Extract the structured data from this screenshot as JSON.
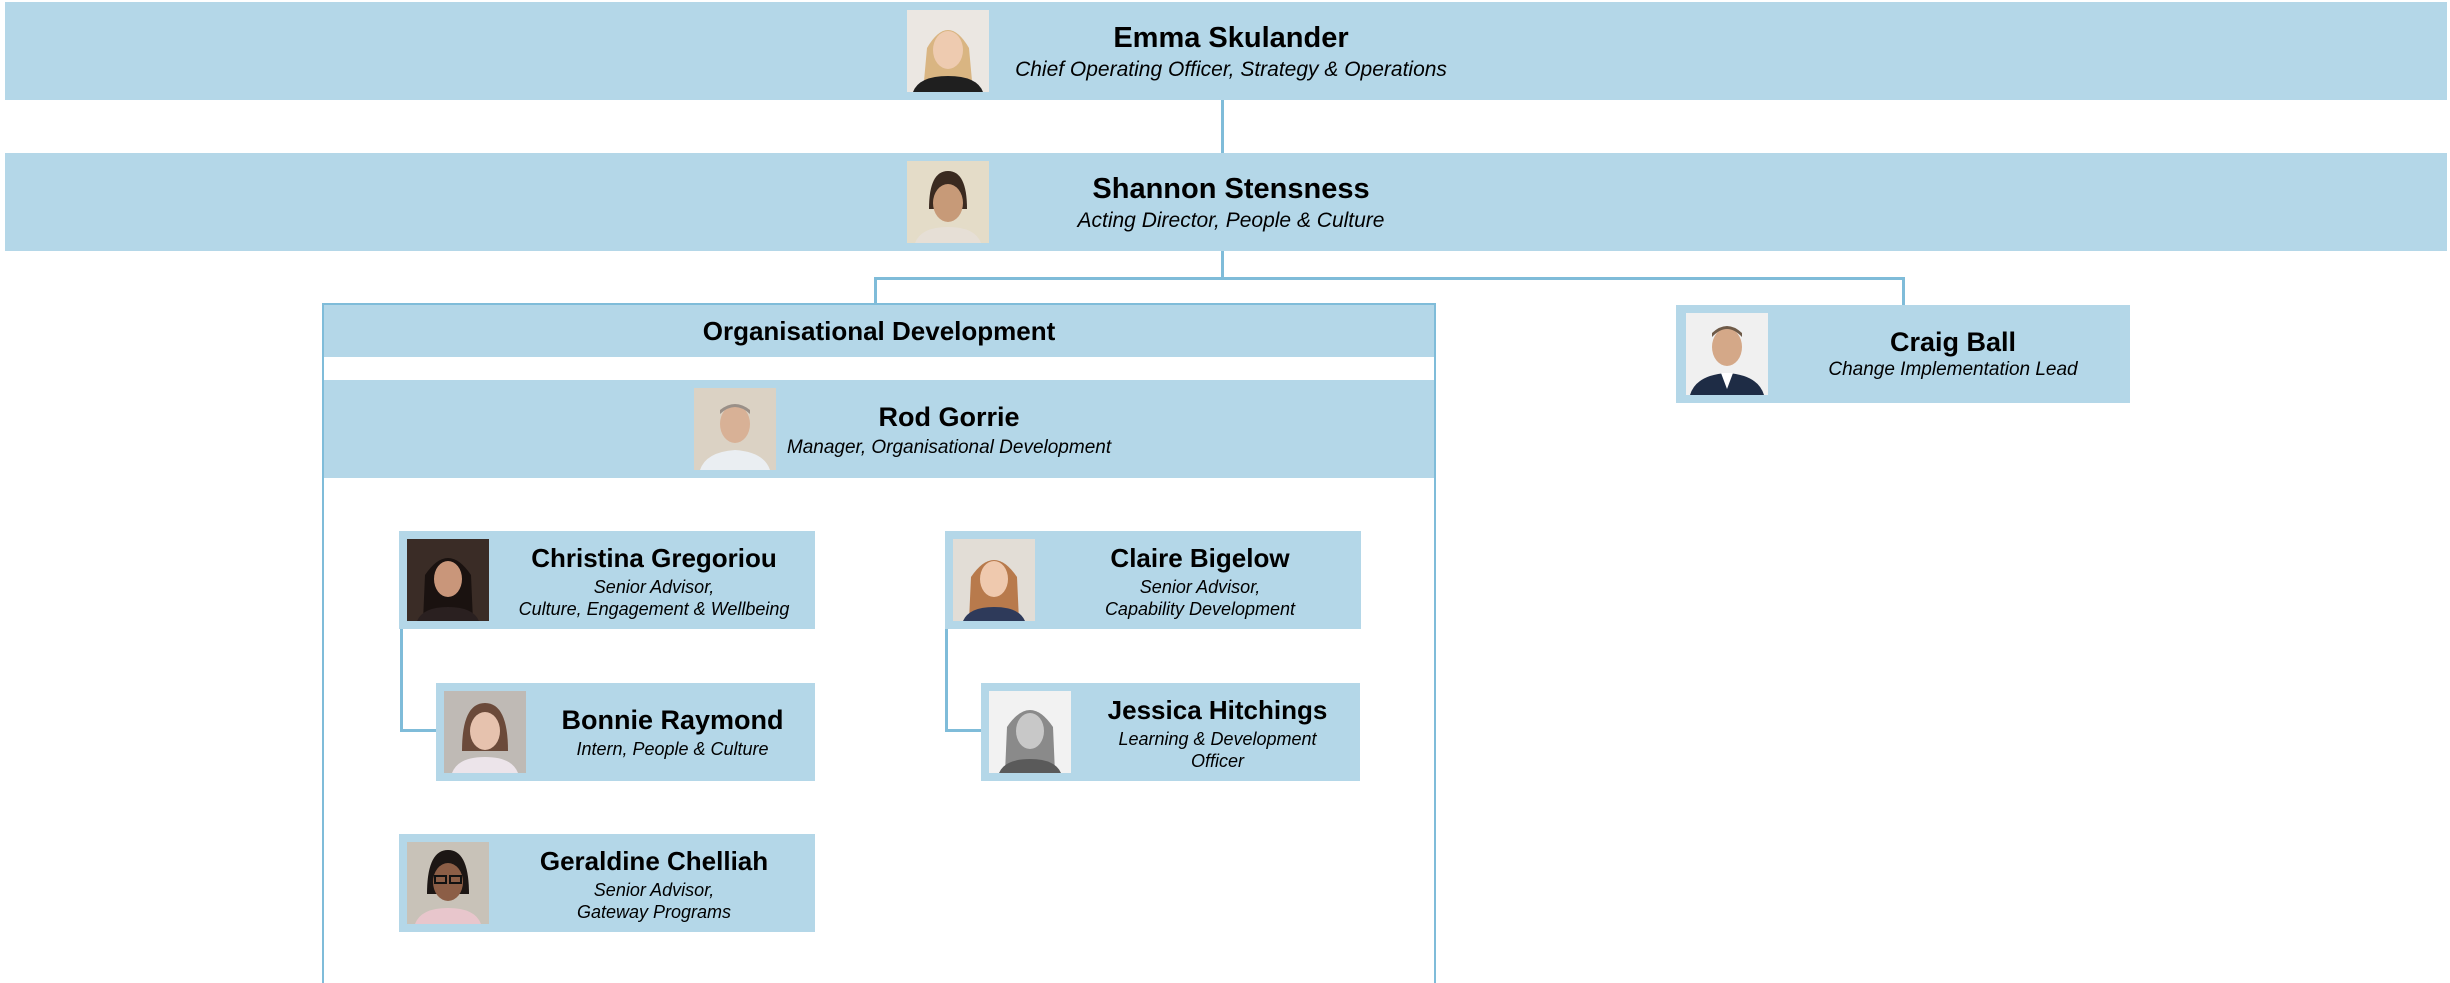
{
  "colors": {
    "box_fill": "#b4d7e8",
    "connector": "#7fbcd9",
    "background": "#ffffff"
  },
  "people": {
    "emma": {
      "name": "Emma Skulander",
      "title_1": "Chief Operating Officer, Strategy & Operations"
    },
    "shannon": {
      "name": "Shannon Stensness",
      "title_1": "Acting Director, People & Culture"
    },
    "craig": {
      "name": "Craig Ball",
      "title_1": "Change Implementation Lead"
    },
    "rod": {
      "name": "Rod Gorrie",
      "title_1": "Manager, Organisational Development"
    },
    "christina": {
      "name": "Christina Gregoriou",
      "title_1": "Senior Advisor,",
      "title_2": "Culture, Engagement & Wellbeing"
    },
    "bonnie": {
      "name": "Bonnie Raymond",
      "title_1": "Intern, People & Culture"
    },
    "geraldine": {
      "name": "Geraldine Chelliah",
      "title_1": "Senior Advisor,",
      "title_2": "Gateway Programs"
    },
    "claire": {
      "name": "Claire Bigelow",
      "title_1": "Senior Advisor,",
      "title_2": "Capability Development"
    },
    "jessica": {
      "name": "Jessica Hitchings",
      "title_1": "Learning & Development",
      "title_2": "Officer"
    }
  },
  "department": {
    "name": "Organisational Development"
  }
}
